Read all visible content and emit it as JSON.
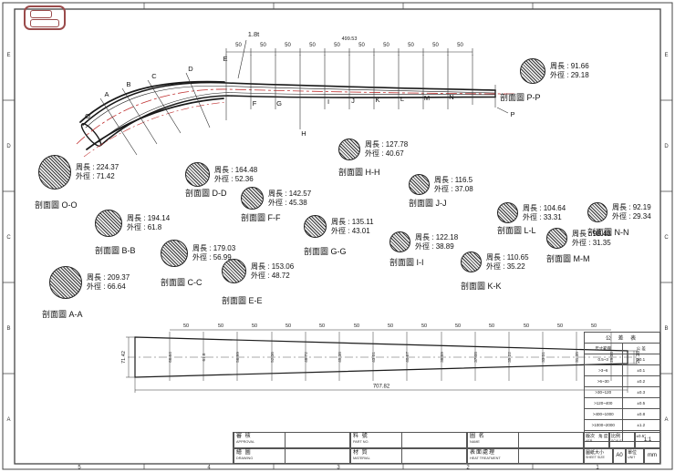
{
  "colors": {
    "line": "#1a1a1a",
    "red": "#c03030",
    "stamp": "#9a4b4b"
  },
  "labels": {
    "perimeter": "周長 :",
    "diameter": "外徑 :"
  },
  "sections": [
    {
      "caption": "剖面圖 A-A",
      "perimeter": "209.37",
      "diameter": "66.64"
    },
    {
      "caption": "剖面圖 B-B",
      "perimeter": "194.14",
      "diameter": "61.8"
    },
    {
      "caption": "剖面圖 C-C",
      "perimeter": "179.03",
      "diameter": "56.99"
    },
    {
      "caption": "剖面圖 D-D",
      "perimeter": "164.48",
      "diameter": "52.36"
    },
    {
      "caption": "剖面圖 E-E",
      "perimeter": "153.06",
      "diameter": "48.72"
    },
    {
      "caption": "剖面圖 F-F",
      "perimeter": "142.57",
      "diameter": "45.38"
    },
    {
      "caption": "剖面圖 G-G",
      "perimeter": "135.11",
      "diameter": "43.01"
    },
    {
      "caption": "剖面圖 H-H",
      "perimeter": "127.78",
      "diameter": "40.67"
    },
    {
      "caption": "剖面圖 I-I",
      "perimeter": "122.18",
      "diameter": "38.89"
    },
    {
      "caption": "剖面圖 J-J",
      "perimeter": "116.5",
      "diameter": "37.08"
    },
    {
      "caption": "剖面圖 K-K",
      "perimeter": "110.65",
      "diameter": "35.22"
    },
    {
      "caption": "剖面圖 L-L",
      "perimeter": "104.64",
      "diameter": "33.31"
    },
    {
      "caption": "剖面圖 M-M",
      "perimeter": "98.48",
      "diameter": "31.35"
    },
    {
      "caption": "剖面圖 N-N",
      "perimeter": "92.19",
      "diameter": "29.34"
    },
    {
      "caption": "剖面圖 O-O",
      "perimeter": "224.37",
      "diameter": "71.42"
    },
    {
      "caption": "剖面圖 P-P",
      "perimeter": "91.66",
      "diameter": "29.18"
    }
  ],
  "marks": [
    "A",
    "B",
    "C",
    "D",
    "E",
    "F",
    "G",
    "H",
    "I",
    "J",
    "K",
    "L",
    "M",
    "N",
    "O",
    "P"
  ],
  "dims": {
    "seg": "50",
    "wall": "1.8t",
    "top_total": "499.53",
    "bottom_total": "707.82",
    "left_dia": "71.42",
    "right_dia": "29.18"
  },
  "bottom_ticks": [
    "66.64",
    "61.8",
    "56.99",
    "52.36",
    "48.72",
    "45.38",
    "43.01",
    "40.67",
    "38.89",
    "37.08",
    "35.22",
    "33.31",
    "31.35",
    "29.34"
  ],
  "border": {
    "rows": [
      "E",
      "D",
      "C",
      "B",
      "A"
    ],
    "cols": [
      "5",
      "4",
      "3",
      "2",
      "1"
    ]
  },
  "title_block": {
    "tolerance": {
      "title": "公 差 表",
      "header": [
        "尺寸範圍",
        "公 差"
      ],
      "rows": [
        [
          "0.5~3",
          "±0.1"
        ],
        [
          ">3~6",
          "±0.1"
        ],
        [
          ">6~30",
          "±0.2"
        ],
        [
          ">30~120",
          "±0.3"
        ],
        [
          ">120~400",
          "±0.5"
        ],
        [
          ">400~1000",
          "±0.8"
        ],
        [
          ">1000~2000",
          "±1.2"
        ],
        [
          "角 度",
          "±0.5°"
        ]
      ]
    },
    "approval_zh": "審 核",
    "approval_en": "APPROVAL",
    "part_zh": "料 號",
    "part_en": "PART NO.",
    "name_zh": "圖 名",
    "name_en": "NAME",
    "drawing_zh": "繪 圖",
    "drawing_en": "DRAWING",
    "material_zh": "材 質",
    "material_en": "MATERIAL",
    "surface_zh": "表面處理",
    "surface_en": "HEAT TREATMENT",
    "ver_zh": "版次",
    "ver_en": "VER",
    "scale_zh": "比例",
    "scale_en": "SCALE",
    "scale_val": "1:1",
    "sheet_zh": "圖紙大小",
    "sheet_en": "SHEET SIZE",
    "sheet_val": "A0",
    "unit_zh": "單位",
    "unit_en": "UNIT",
    "unit_val": "mm"
  }
}
